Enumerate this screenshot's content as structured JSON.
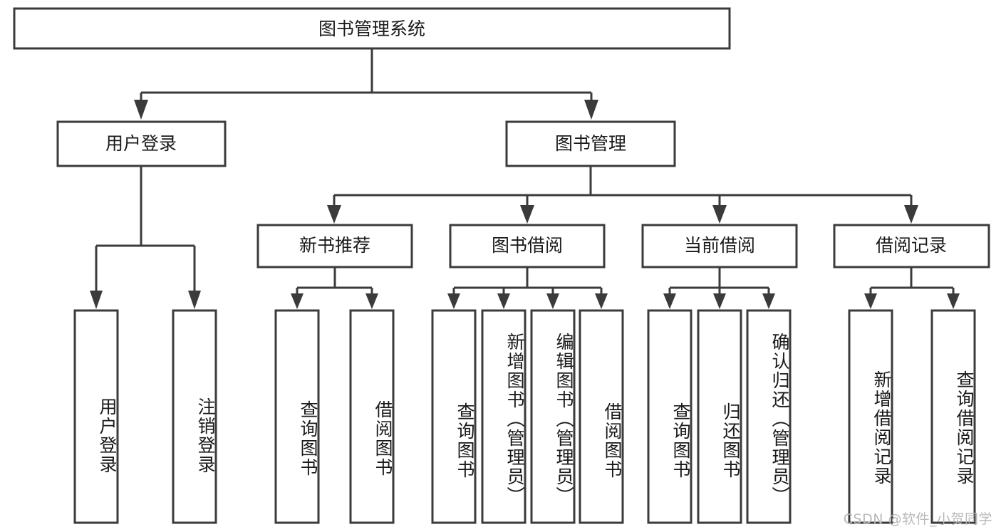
{
  "diagram": {
    "title": "图书管理系统",
    "type": "tree-hierarchy",
    "watermark": "CSDN @软件_小贺同学",
    "colors": {
      "stroke": "#3b3b3b",
      "box_fill": "#ffffff",
      "text": "#1a1a1a",
      "background": "#ffffff",
      "watermark": "#b9b9b9"
    },
    "root": {
      "label": "图书管理系统"
    },
    "level1": [
      {
        "label": "用户登录"
      },
      {
        "label": "图书管理"
      }
    ],
    "level2": [
      {
        "label": "新书推荐"
      },
      {
        "label": "图书借阅"
      },
      {
        "label": "当前借阅"
      },
      {
        "label": "借阅记录"
      }
    ],
    "leaves": {
      "user_login": [
        {
          "label": "用户登录"
        },
        {
          "label": "注销登录"
        }
      ],
      "new_book_recommend": [
        {
          "label": "查询图书"
        },
        {
          "label": "借阅图书"
        }
      ],
      "book_borrow": [
        {
          "label": "查询图书"
        },
        {
          "label": "新增图书（管理员）"
        },
        {
          "label": "编辑图书（管理员）"
        },
        {
          "label": "借阅图书"
        }
      ],
      "current_borrow": [
        {
          "label": "查询图书"
        },
        {
          "label": "归还图书"
        },
        {
          "label": "确认归还（管理员）"
        }
      ],
      "borrow_record": [
        {
          "label": "新增借阅记录"
        },
        {
          "label": "查询借阅记录"
        }
      ]
    }
  }
}
